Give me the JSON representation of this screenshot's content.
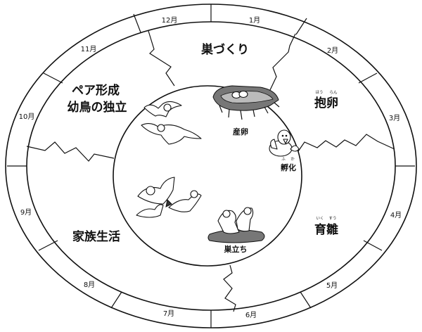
{
  "months": [
    "1月",
    "2月",
    "3月",
    "4月",
    "5月",
    "6月",
    "7月",
    "8月",
    "9月",
    "10月",
    "11月",
    "12月"
  ],
  "phases": {
    "nest_building": "巣づくり",
    "incubation": "抱卵",
    "incubation_ruby_1": "ほう",
    "incubation_ruby_2": "らん",
    "rearing": "育雛",
    "rearing_ruby_1": "いく",
    "rearing_ruby_2": "すう",
    "family_life_line": "家族生活",
    "pairing_line1": "ペア形成",
    "pairing_line2": "幼鳥の独立"
  },
  "inner_labels": {
    "egg_laying": "産卵",
    "hatching": "孵化",
    "hatching_ruby_1": "ふ",
    "hatching_ruby_2": "か",
    "fledging": "巣立ち"
  }
}
